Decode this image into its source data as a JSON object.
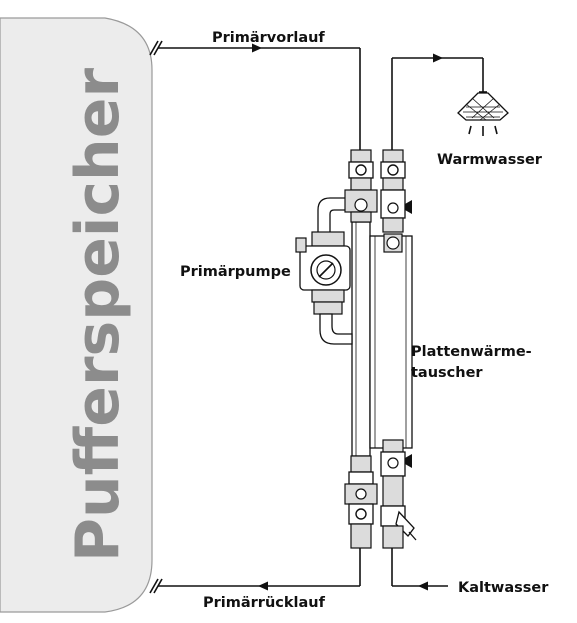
{
  "tank": {
    "label": "Pufferspeicher"
  },
  "flows": {
    "primary_flow": "Primärvorlauf",
    "primary_return": "Primärrücklauf",
    "hot_water": "Warmwasser",
    "cold_water": "Kaltwasser"
  },
  "components": {
    "pump": "Primärpumpe",
    "heat_exchanger_line1": "Plattenwärme-",
    "heat_exchanger_line2": "tauscher"
  },
  "icons": [
    "shower-head-icon",
    "flow-arrow-icon",
    "ball-valve-icon",
    "pump-icon",
    "strainer-icon"
  ],
  "colors": {
    "tank_fill": "#ececec",
    "tank_text": "#8c8c8c",
    "lines": "#111111"
  }
}
